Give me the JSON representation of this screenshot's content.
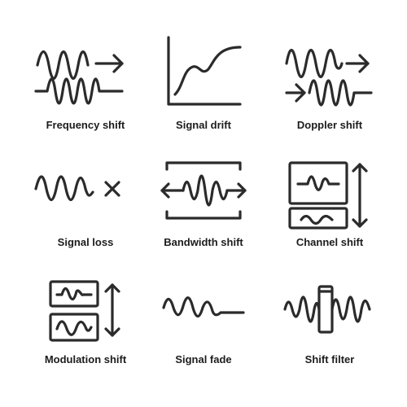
{
  "accent_color": "#2b2b2b",
  "background_color": "#ffffff",
  "icons": [
    {
      "label": "Frequency shift",
      "icon": "frequency-shift-icon"
    },
    {
      "label": "Signal drift",
      "icon": "signal-drift-icon"
    },
    {
      "label": "Doppler shift",
      "icon": "doppler-shift-icon"
    },
    {
      "label": "Signal loss",
      "icon": "signal-loss-icon"
    },
    {
      "label": "Bandwidth shift",
      "icon": "bandwidth-shift-icon"
    },
    {
      "label": "Channel shift",
      "icon": "channel-shift-icon"
    },
    {
      "label": "Modulation shift",
      "icon": "modulation-shift-icon"
    },
    {
      "label": "Signal fade",
      "icon": "signal-fade-icon"
    },
    {
      "label": "Shift filter",
      "icon": "shift-filter-icon"
    }
  ],
  "side_id": "1630116641"
}
